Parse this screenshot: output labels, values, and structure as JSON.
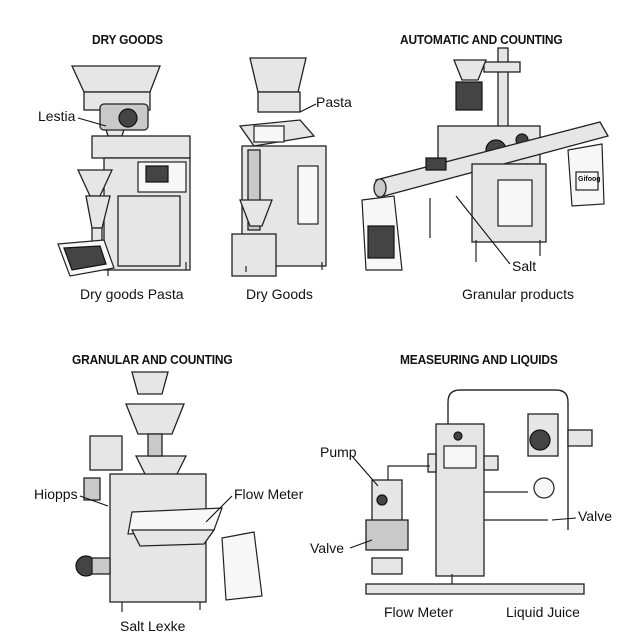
{
  "sections": {
    "dry_goods": {
      "title": "DRY GOODS"
    },
    "automatic": {
      "title": "AUTOMATIC AND COUNTING"
    },
    "granular": {
      "title": "GRANULAR AND COUNTING"
    },
    "measuring": {
      "title": "MEASEURING AND LIQUIDS"
    }
  },
  "labels": {
    "lestia": "Lestia",
    "pasta": "Pasta",
    "dry_goods_pasta": "Dry goods Pasta",
    "dry_goods": "Dry Goods",
    "salt": "Salt",
    "granular_products": "Granular products",
    "hiopps": "Hiopps",
    "flow_meter_granular": "Flow Meter",
    "salt_lexke": "Salt Lexke",
    "pump": "Pump",
    "valve_left": "Valve",
    "valve_right": "Valve",
    "flow_meter_liquid": "Flow Meter",
    "liquid_juice": "Liquid Juice",
    "bag_brand": "Gifoog"
  }
}
